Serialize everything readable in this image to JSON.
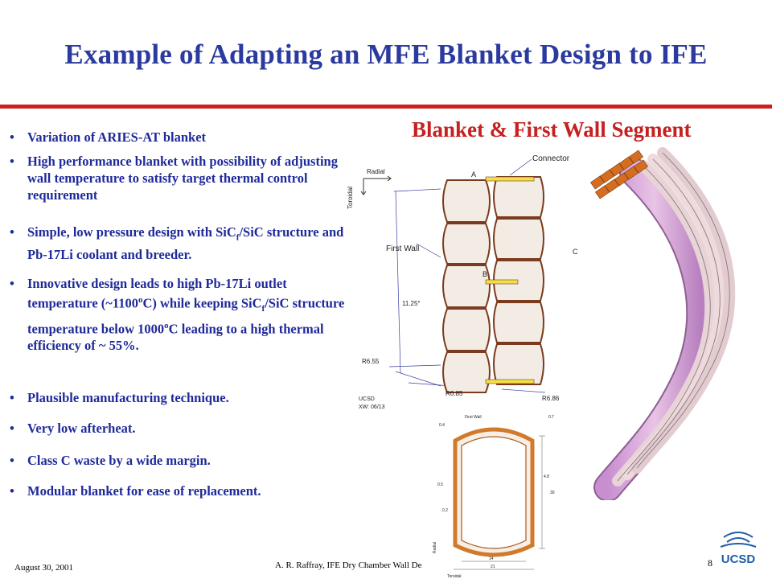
{
  "slide": {
    "title": "Example of Adapting an MFE Blanket Design to IFE",
    "panel_title": "Blanket & First Wall Segment",
    "bullets": [
      {
        "pre": "Variation of ARIES-AT blanket"
      },
      {
        "pre": "High performance blanket with possibility of adjusting wall temperature to satisfy target thermal control requirement"
      },
      {
        "pre": "Simple, low pressure design with SiC",
        "sub": "f",
        "post": "/SiC structure and Pb-17Li coolant and breeder."
      },
      {
        "pre": "Innovative design leads to high Pb-17Li outlet temperature (~1100",
        "sup": "o",
        "post": "C) while keeping SiC",
        "sub2": "f",
        "post2": "/SiC structure temperature below 1000",
        "sup2": "o",
        "post3": "C leading to a high thermal efficiency of  ~ 55%."
      },
      {
        "pre": "Plausible manufacturing technique."
      },
      {
        "pre": "Very low afterheat."
      },
      {
        "pre": "Class C waste by a wide margin."
      },
      {
        "pre": "Modular blanket for ease of replacement."
      }
    ],
    "bullet_symbol": "•"
  },
  "diagram": {
    "radial": "Radial",
    "toroidal": "Toroidal",
    "connector": "Connector",
    "first_wall": "First Wall",
    "label_a": "A",
    "label_b": "B",
    "label_c": "C",
    "angle": "11.25°",
    "r655": "R6.55",
    "r685": "R6.85",
    "r686": "R6.86",
    "ucsd_note": "UCSD",
    "xw_note": "XW: 06/13"
  },
  "cross_section": {
    "first_wall": "First Wall",
    "d04": "0.4",
    "d07": "0.7",
    "d05": "0.5",
    "d02": "0.2",
    "d48": "4.8",
    "d30": "30",
    "d14": "14",
    "d21": "21",
    "radial": "Radial",
    "toroidal": "Toroidal"
  },
  "logo": {
    "text": "UCSD"
  },
  "footer": {
    "date": "August 30, 2001",
    "center": "A. R. Raffray, IFE Dry Chamber Wall De",
    "page": "8"
  },
  "colors": {
    "title": "#2b3a9e",
    "rule": "#cc1f1f",
    "panel_title": "#c62020",
    "bullets": "#1f2a9a"
  }
}
